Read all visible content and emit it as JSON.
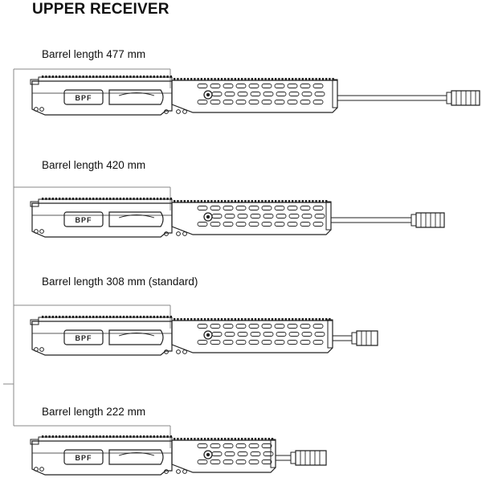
{
  "title": "UPPER RECEIVER",
  "variants": [
    {
      "label": "Barrel length 477 mm",
      "length_mm": 477
    },
    {
      "label": "Barrel length 420 mm",
      "length_mm": 420
    },
    {
      "label": "Barrel length 308 mm (standard)",
      "length_mm": 308
    },
    {
      "label": "Barrel length 222 mm",
      "length_mm": 222
    }
  ],
  "receiver_marking": "BPF",
  "colors": {
    "line": "#222222",
    "frame": "#888888"
  }
}
